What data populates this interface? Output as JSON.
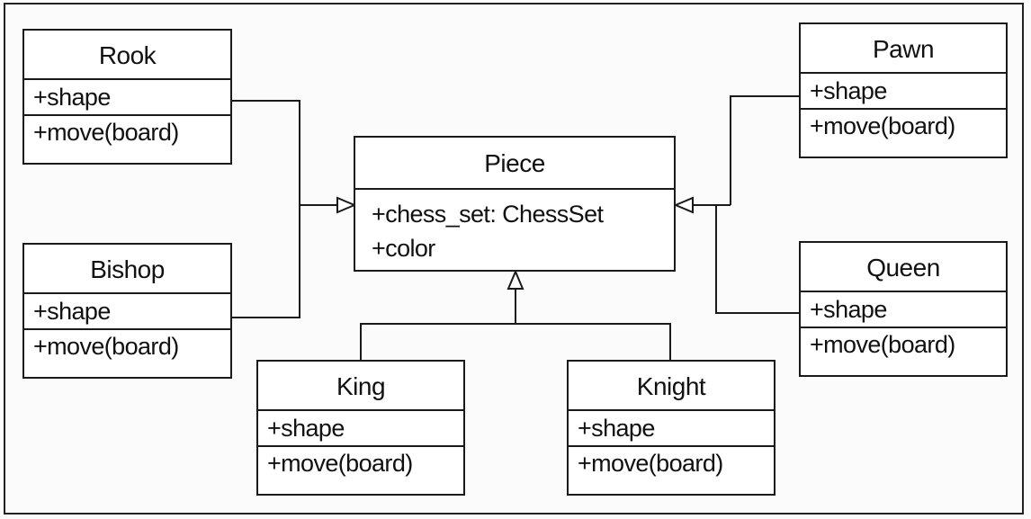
{
  "diagram": {
    "base_class": {
      "name": "Piece",
      "attributes": [
        "+chess_set: ChessSet",
        "+color"
      ]
    },
    "subclasses": {
      "rook": {
        "name": "Rook",
        "attributes": [
          "+shape"
        ],
        "methods": [
          "+move(board)"
        ]
      },
      "bishop": {
        "name": "Bishop",
        "attributes": [
          "+shape"
        ],
        "methods": [
          "+move(board)"
        ]
      },
      "king": {
        "name": "King",
        "attributes": [
          "+shape"
        ],
        "methods": [
          "+move(board)"
        ]
      },
      "knight": {
        "name": "Knight",
        "attributes": [
          "+shape"
        ],
        "methods": [
          "+move(board)"
        ]
      },
      "pawn": {
        "name": "Pawn",
        "attributes": [
          "+shape"
        ],
        "methods": [
          "+move(board)"
        ]
      },
      "queen": {
        "name": "Queen",
        "attributes": [
          "+shape"
        ],
        "methods": [
          "+move(board)"
        ]
      }
    },
    "relationship": "generalization"
  }
}
